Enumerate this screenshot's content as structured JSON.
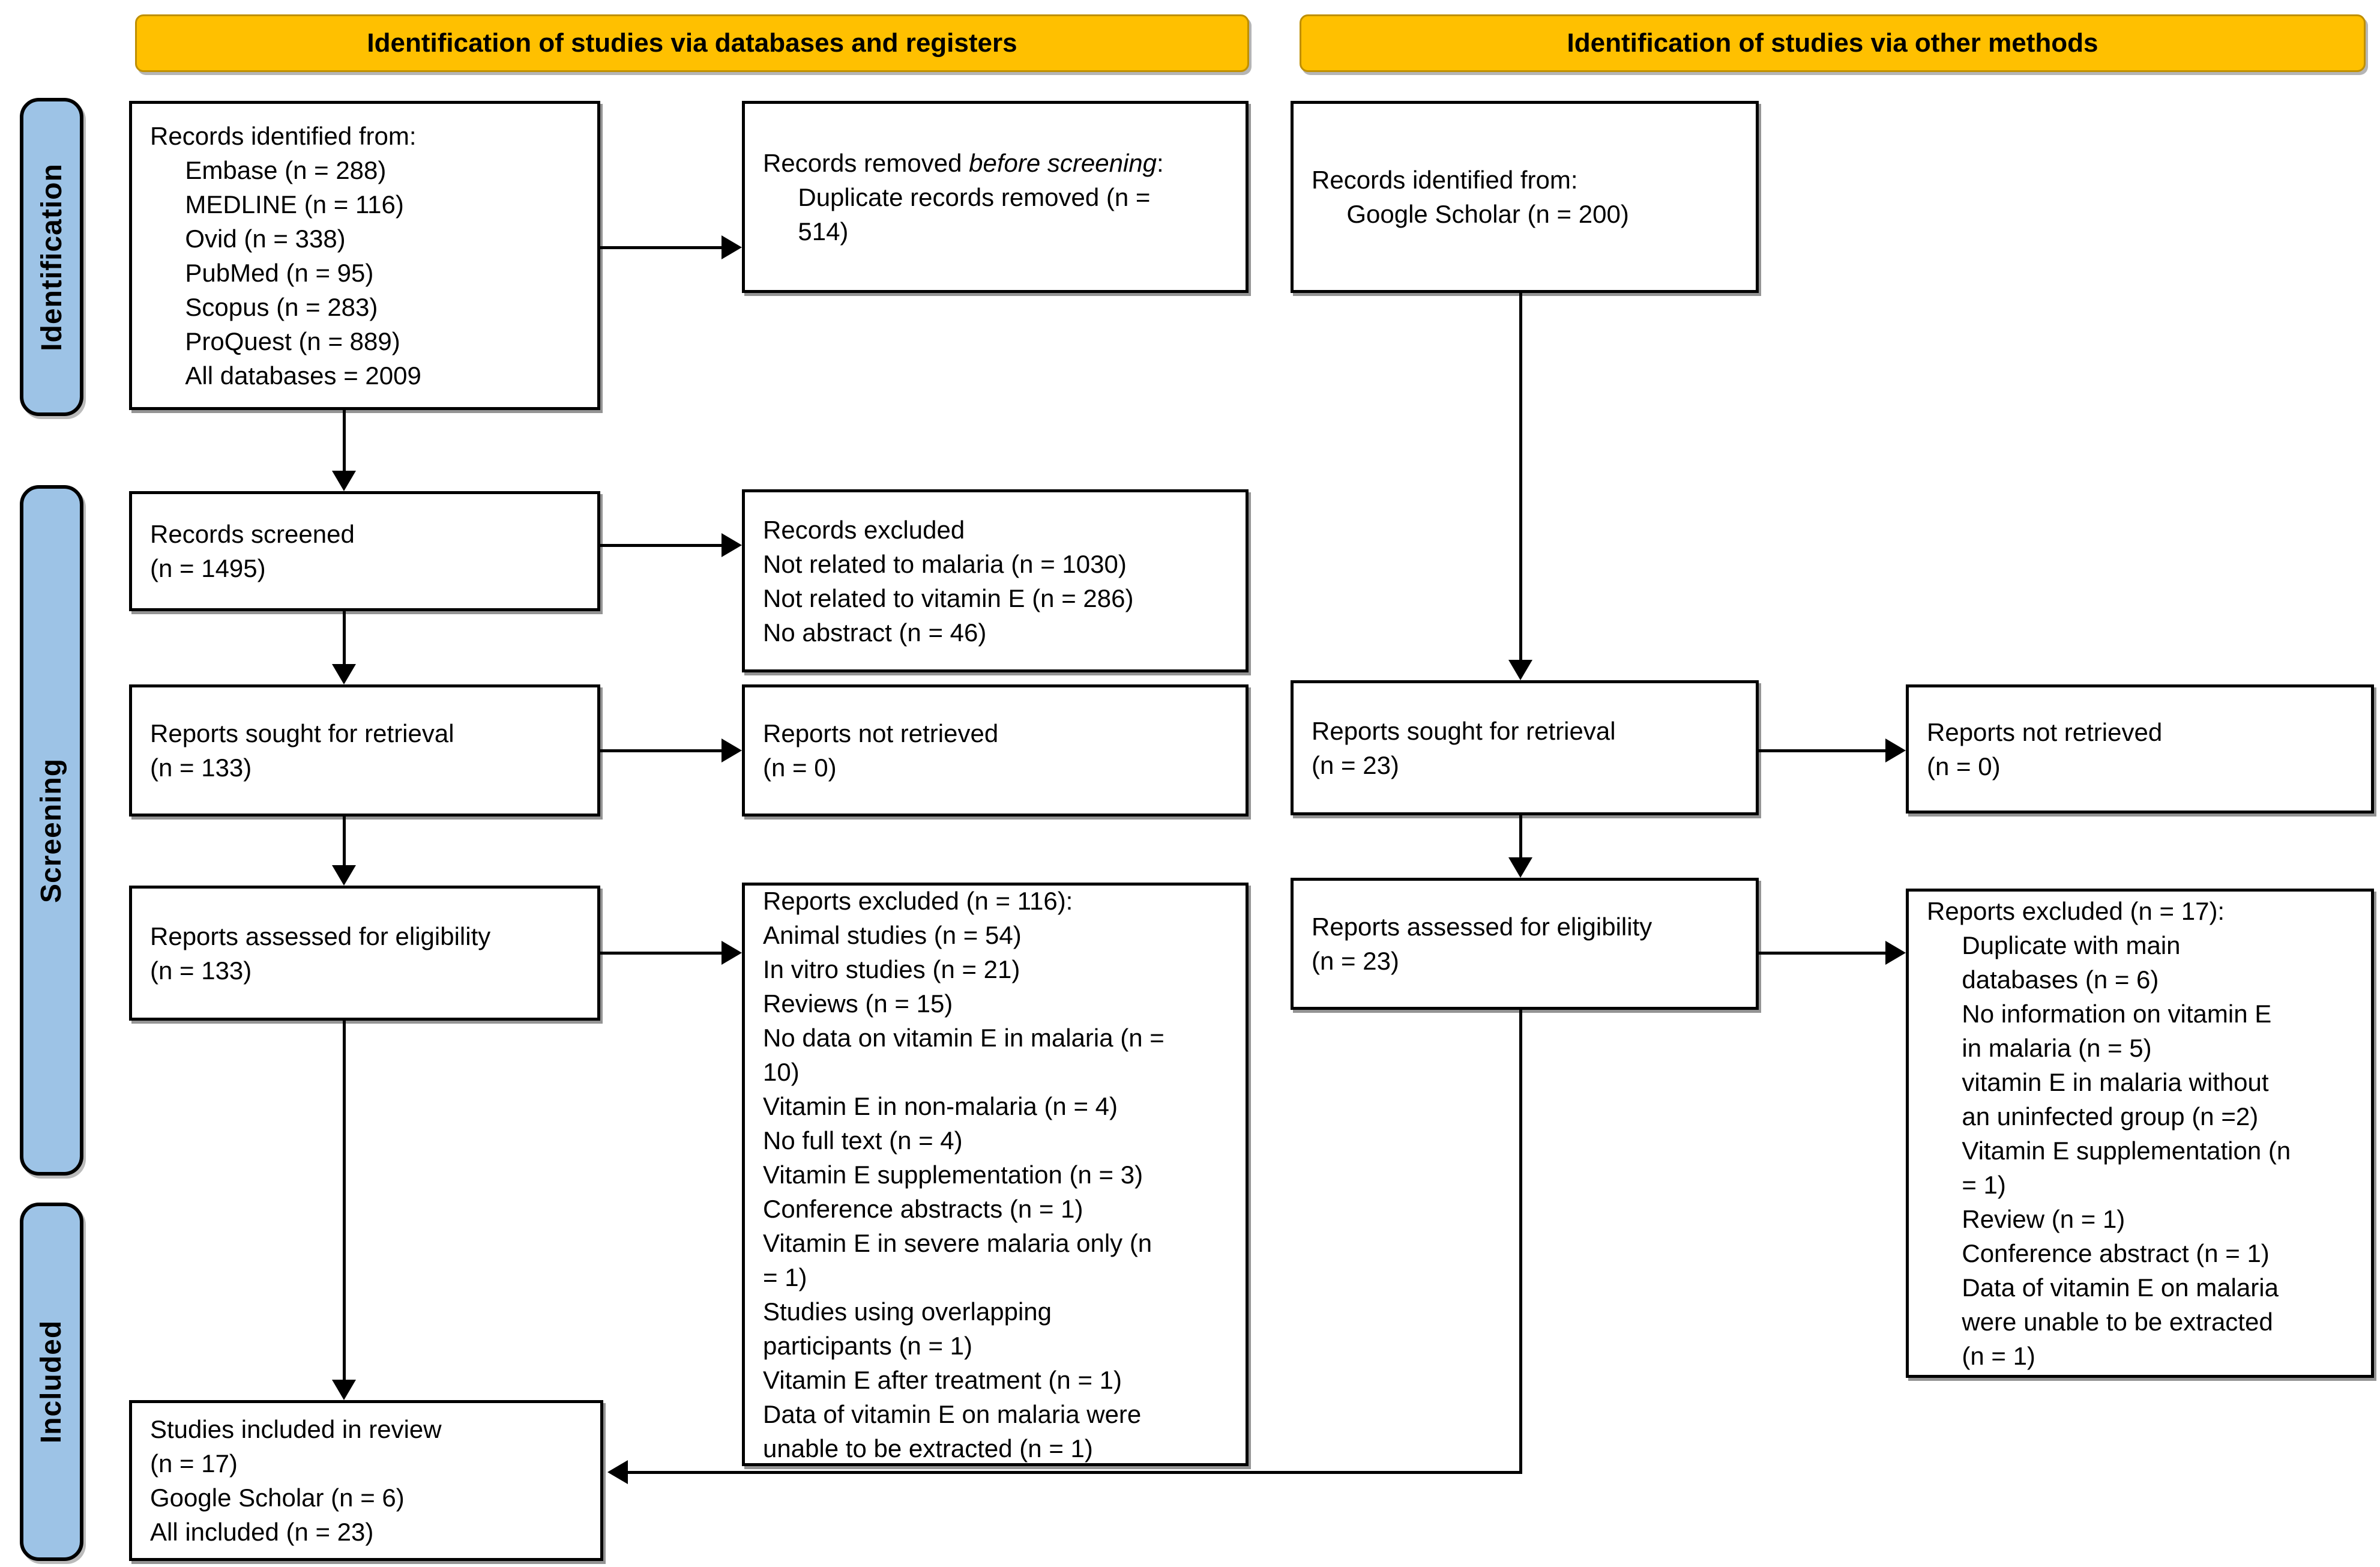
{
  "headers": {
    "databases": "Identification of studies via databases and registers",
    "other": "Identification of studies via other methods"
  },
  "sidebar": {
    "identification": "Identification",
    "screening": "Screening",
    "included": "Included"
  },
  "colors": {
    "banner_bg": "#FFC000",
    "banner_border": "#BF8F00",
    "phase_bg": "#9DC3E6",
    "box_border": "#000000"
  },
  "boxes": {
    "records_identified_db": {
      "lines": [
        "Records identified from:",
        "     Embase (n = 288)",
        "     MEDLINE (n = 116)",
        "     Ovid (n = 338)",
        "     PubMed (n = 95)",
        "     Scopus (n = 283)",
        "     ProQuest (n = 889)",
        "     All databases = 2009"
      ]
    },
    "records_removed": {
      "prefix": "Records removed ",
      "italic": "before screening",
      "suffix": ":",
      "lines": [
        "     Duplicate records removed (n =",
        "     514)"
      ]
    },
    "records_identified_other": {
      "lines": [
        "Records identified from:",
        "     Google Scholar (n = 200)"
      ]
    },
    "records_screened": {
      "lines": [
        "Records screened",
        "(n = 1495)"
      ]
    },
    "records_excluded": {
      "lines": [
        "Records excluded",
        "Not related to malaria (n = 1030)",
        "Not related to vitamin E (n = 286)",
        "No abstract (n = 46)"
      ]
    },
    "reports_sought_db": {
      "lines": [
        "Reports sought for retrieval",
        "(n = 133)"
      ]
    },
    "reports_not_retrieved_db": {
      "lines": [
        "Reports not retrieved",
        "(n = 0)"
      ]
    },
    "reports_sought_other": {
      "lines": [
        "Reports sought for retrieval",
        "(n = 23)"
      ]
    },
    "reports_not_retrieved_other": {
      "lines": [
        "Reports not retrieved",
        "(n = 0)"
      ]
    },
    "reports_assessed_db": {
      "lines": [
        "Reports assessed for eligibility",
        "(n = 133)"
      ]
    },
    "reports_excluded_db": {
      "lines": [
        "Reports excluded (n = 116):",
        "Animal studies (n = 54)",
        "In vitro studies (n = 21)",
        "Reviews (n = 15)",
        "No data on vitamin E in malaria (n =",
        "10)",
        "Vitamin E in non-malaria (n = 4)",
        "No full text (n = 4)",
        "Vitamin E supplementation (n = 3)",
        "Conference abstracts (n = 1)",
        "Vitamin E in severe malaria only (n",
        "= 1)",
        "Studies using overlapping",
        "participants (n = 1)",
        "Vitamin E after treatment (n = 1)",
        "Data of vitamin E on malaria were",
        "unable to be extracted (n = 1)"
      ]
    },
    "reports_assessed_other": {
      "lines": [
        "Reports assessed for eligibility",
        "(n = 23)"
      ]
    },
    "reports_excluded_other": {
      "lines": [
        "Reports excluded (n = 17):",
        "     Duplicate with main",
        "     databases (n = 6)",
        "     No information on vitamin E",
        "     in malaria (n = 5)",
        "     vitamin E in malaria without",
        "     an uninfected group (n =2)",
        "     Vitamin E supplementation (n",
        "     = 1)",
        "     Review (n = 1)",
        "     Conference abstract (n = 1)",
        "     Data of vitamin E on malaria",
        "     were unable to be extracted",
        "     (n = 1)"
      ]
    },
    "studies_included": {
      "lines": [
        "Studies included in review",
        "(n = 17)",
        "Google Scholar (n = 6)",
        "All included (n = 23)"
      ]
    }
  }
}
